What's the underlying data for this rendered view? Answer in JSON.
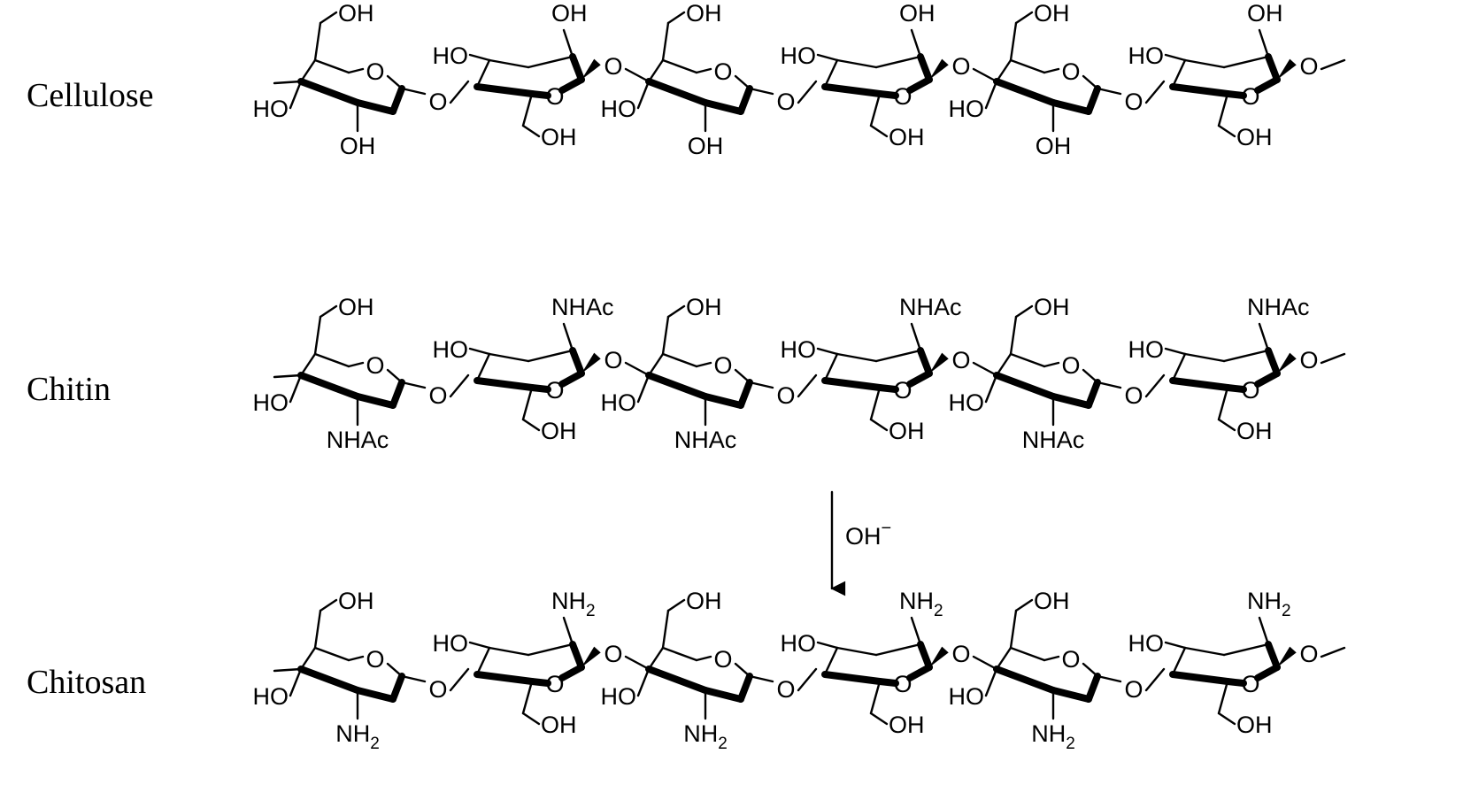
{
  "polymers": [
    {
      "name": "Cellulose",
      "oh": "OH",
      "ho": "HO",
      "ring_o": "O",
      "link_o": "O",
      "c2_label": "OH",
      "c2_sub": ""
    },
    {
      "name": "Chitin",
      "oh": "OH",
      "ho": "HO",
      "ring_o": "O",
      "link_o": "O",
      "c2_label": "NHAc",
      "c2_sub": ""
    },
    {
      "name": "Chitosan",
      "oh": "OH",
      "ho": "HO",
      "ring_o": "O",
      "link_o": "O",
      "c2_label": "NH",
      "c2_sub": "2"
    }
  ],
  "reaction": {
    "reagent": "OH",
    "reagent_charge": "−"
  }
}
